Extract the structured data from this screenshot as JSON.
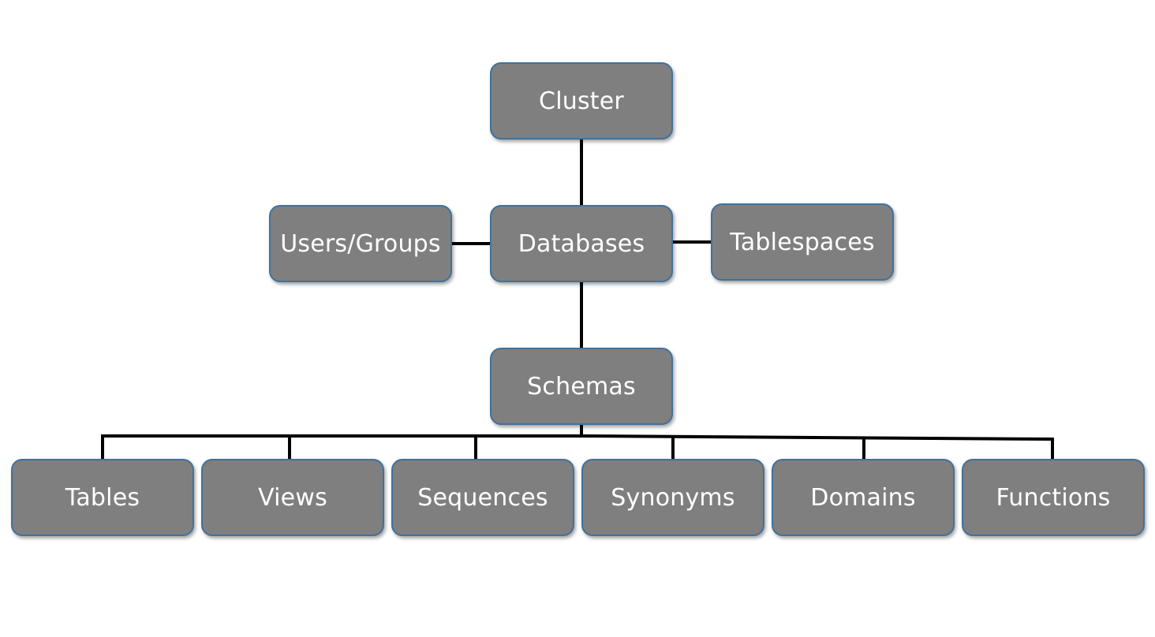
{
  "nodes": {
    "cluster": "Cluster",
    "users_groups": "Users/Groups",
    "databases": "Databases",
    "tablespaces": "Tablespaces",
    "schemas": "Schemas",
    "tables": "Tables",
    "views": "Views",
    "sequences": "Sequences",
    "synonyms": "Synonyms",
    "domains": "Domains",
    "functions": "Functions"
  },
  "edges": [
    [
      "cluster",
      "databases"
    ],
    [
      "users_groups",
      "databases"
    ],
    [
      "databases",
      "tablespaces"
    ],
    [
      "databases",
      "schemas"
    ],
    [
      "schemas",
      "tables"
    ],
    [
      "schemas",
      "views"
    ],
    [
      "schemas",
      "sequences"
    ],
    [
      "schemas",
      "synonyms"
    ],
    [
      "schemas",
      "domains"
    ],
    [
      "schemas",
      "functions"
    ]
  ],
  "colors": {
    "node_fill": "#7f7f7f",
    "node_border": "#41719c",
    "node_text": "#ffffff",
    "connector": "#000000"
  }
}
